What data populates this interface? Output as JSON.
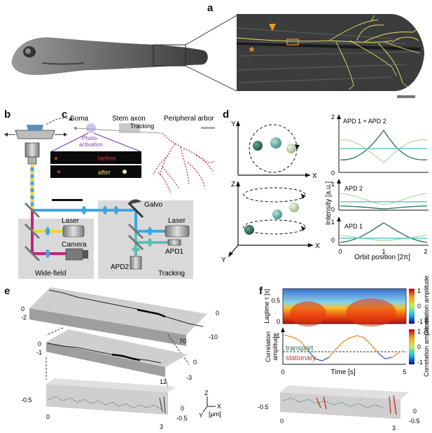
{
  "panels": {
    "a": "a",
    "b": "b",
    "c": "c",
    "d": "d",
    "e": "e",
    "f": "f"
  },
  "panel_b": {
    "laser_top": "Laser",
    "camera": "Camera",
    "widefield": "Wide-field",
    "galvo": "Galvo",
    "laser_right": "Laser",
    "apd1": "APD1",
    "apd2": "APD2",
    "tracking": "Tracking"
  },
  "panel_c": {
    "soma": "Soma",
    "stem_axon": "Stem axon",
    "peripheral_arbor": "Peripheral arbor",
    "photoactivation_1": "Photo-",
    "photoactivation_2": "activation",
    "tracking": "Tracking",
    "before": "before",
    "after": "after"
  },
  "panel_d": {
    "axis_y": "Y",
    "axis_x": "X",
    "axis_z": "Z",
    "axis_x2": "X",
    "axis_y2": "Y",
    "ylabel": "Intensity [a.u.]",
    "xlabel": "Orbit position [2π]",
    "sub1": "APD 1 + APD 2",
    "sub2": "APD 2",
    "sub3": "APD 1",
    "tick_2": "2",
    "tick_1a": "1",
    "tick_0a": "0",
    "tick_1b": "1",
    "tick_0b": "0",
    "tick_1c": "1",
    "tick_0c": "0",
    "xtick_0": "0",
    "xtick_1": "1",
    "xtick_2": "2"
  },
  "panel_e": {
    "box1": {
      "l_top": "0",
      "l_bot": "-2",
      "r_top": "0",
      "r_bot": "-10",
      "far": "70"
    },
    "box2": {
      "l_top": "0",
      "l_bot": "-1",
      "r_top": "0",
      "r_bot": "-3",
      "far": "12"
    },
    "box3": {
      "l_bot": "-0.5",
      "r_top": "0",
      "r_bot": "-0.5",
      "near0": "0",
      "far": "3"
    },
    "axes": {
      "z": "Z",
      "x": "X",
      "y": "Y",
      "unit": "[μm]"
    }
  },
  "panel_f": {
    "heat_ylabel": "Laglime τ [s]",
    "heat_ticks": [
      "0.5",
      "0"
    ],
    "cbar_label": "Correlation amplitude",
    "cbar_ticks": [
      "1",
      "0",
      "-1"
    ],
    "line_ylabel_1": "Correlation",
    "line_ylabel_2": "amplitude",
    "line_tick": "1",
    "transport": "transport",
    "stationary": "stationary",
    "xlabel": "Time [s]",
    "x0": "0",
    "x5": "5",
    "cbar2_label": "Correlation amplitude",
    "cbar2_ticks": [
      "1",
      "0",
      "-1"
    ],
    "box": {
      "l_bot": "-0.5",
      "r_top": "0",
      "r_bot": "-0.5",
      "near0": "0",
      "far": "3"
    }
  },
  "colors": {
    "panel_gray": "#d9d9d9",
    "beam_blue": "#3aa8e0",
    "beam_magenta": "#c2237f",
    "beam_yellow": "#f0d23c",
    "beam_teal": "#5bc0b5",
    "arbor_yellow": "#e8e06a",
    "orange_marker": "#f39a1e",
    "curve_dark": "#2b6b5a",
    "curve_light": "#b9d9a7",
    "curve_teal": "#3ec0b8"
  }
}
